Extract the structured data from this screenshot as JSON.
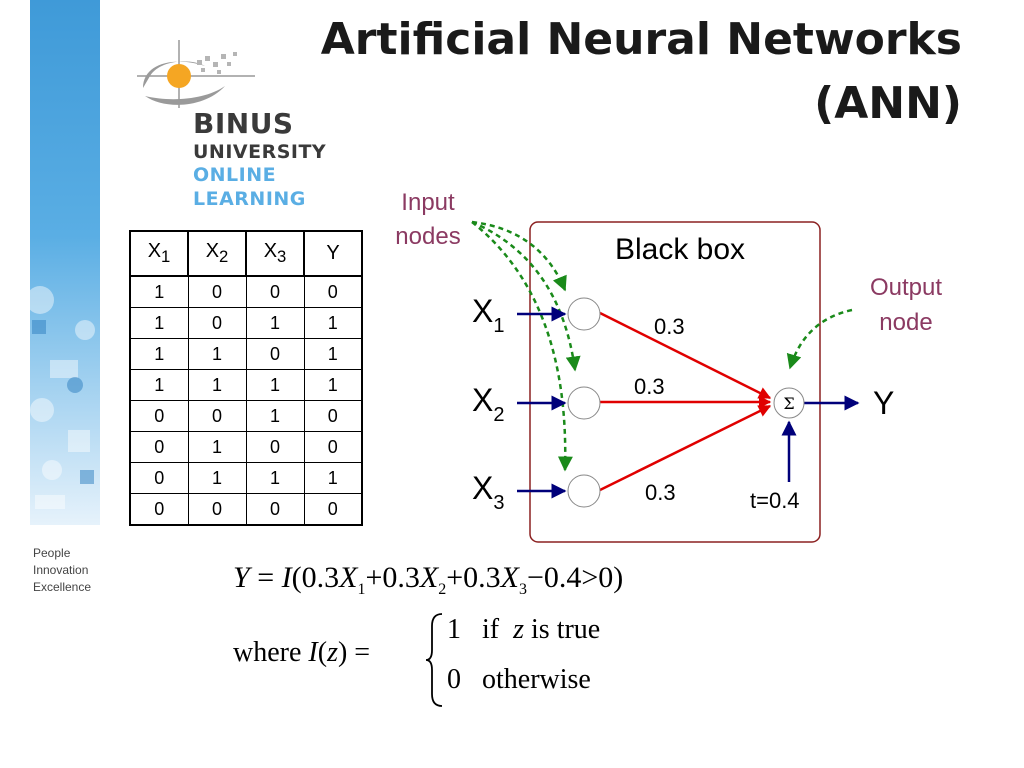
{
  "title": {
    "line1": "Artificial Neural Networks",
    "line2": "(ANN)"
  },
  "logo": {
    "brand": "BINUS",
    "university": "UNIVERSITY",
    "online": "ONLINE",
    "learning": "LEARNING"
  },
  "tagline": [
    "People",
    "Innovation",
    "Excellence"
  ],
  "colors": {
    "accent_blue": "#3f9ad8",
    "red_edge": "#e00000",
    "green_arrow": "#1a8a1a",
    "navy_arrow": "#00007a",
    "box_border": "#8b2020",
    "label_purple": "#8b3a62",
    "logo_orange": "#f5a623"
  },
  "truth_table": {
    "headers": [
      {
        "base": "X",
        "sub": "1"
      },
      {
        "base": "X",
        "sub": "2"
      },
      {
        "base": "X",
        "sub": "3"
      },
      {
        "base": "Y",
        "sub": ""
      }
    ],
    "rows": [
      [
        "1",
        "0",
        "0",
        "0"
      ],
      [
        "1",
        "0",
        "1",
        "1"
      ],
      [
        "1",
        "1",
        "0",
        "1"
      ],
      [
        "1",
        "1",
        "1",
        "1"
      ],
      [
        "0",
        "0",
        "1",
        "0"
      ],
      [
        "0",
        "1",
        "0",
        "0"
      ],
      [
        "0",
        "1",
        "1",
        "1"
      ],
      [
        "0",
        "0",
        "0",
        "0"
      ]
    ]
  },
  "diagram": {
    "input_label_line1": "Input",
    "input_label_line2": "nodes",
    "output_label_line1": "Output",
    "output_label_line2": "node",
    "box_label": "Black box",
    "inputs": [
      {
        "base": "X",
        "sub": "1"
      },
      {
        "base": "X",
        "sub": "2"
      },
      {
        "base": "X",
        "sub": "3"
      }
    ],
    "weights": [
      "0.3",
      "0.3",
      "0.3"
    ],
    "sum_symbol": "Σ",
    "output": "Y",
    "threshold": "t=0.4"
  },
  "formula": {
    "y": "Y",
    "eq": "=",
    "i": "I",
    "open": "(0.3",
    "x": "X",
    "s1": "1",
    "plus1": "+0.3",
    "s2": "2",
    "plus2": "+0.3",
    "s3": "3",
    "rest": "−0.4>0)",
    "where": "where",
    "iz_open": "(",
    "z": "z",
    "iz_close": ") =",
    "case1_val": "1",
    "case1_if": "if",
    "case1_tail": "is true",
    "case2_val": "0",
    "case2_text": "otherwise"
  }
}
